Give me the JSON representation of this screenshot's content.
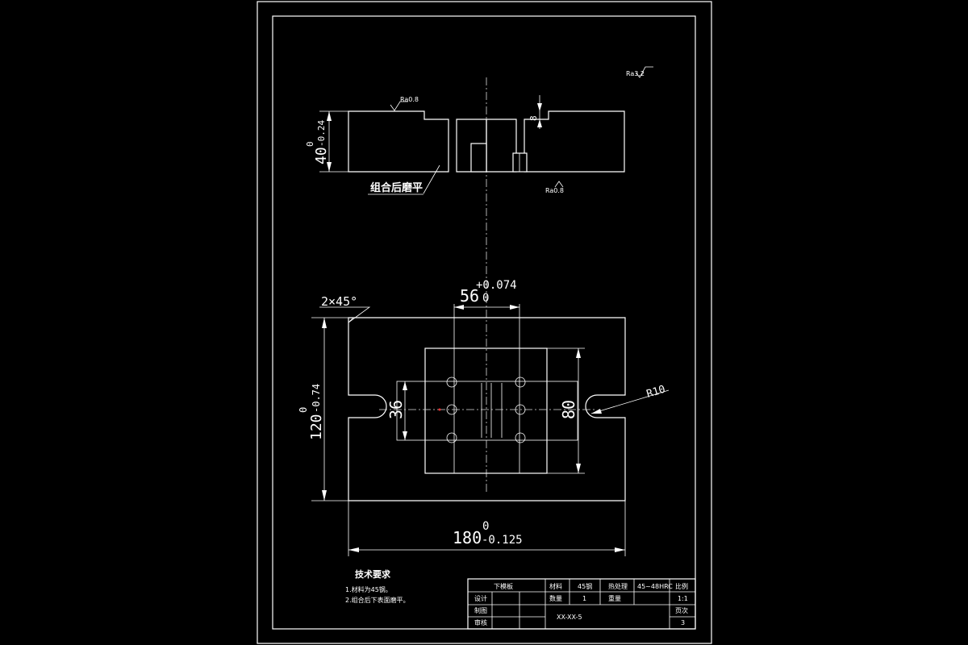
{
  "section_view": {
    "thickness_dim": "40",
    "thickness_upper": "0",
    "thickness_lower": "-0.24",
    "step_dim": "8",
    "grind_note": "组合后磨平",
    "roughness_top": "Ra0.8",
    "roughness_bottom": "Ra0.8",
    "roughness_corner": "Ra3.2"
  },
  "plan_view": {
    "chamfer": "2×45°",
    "length_dim": "180",
    "length_upper": "0",
    "length_lower": "-0.125",
    "width_dim": "120",
    "width_upper": "0",
    "width_lower": "-0.74",
    "slot_dim": "56",
    "slot_upper": "+0.074",
    "slot_lower": "0",
    "insert_dim": "80",
    "hole_spacing_dim": "36",
    "radius": "R10"
  },
  "notes": {
    "title": "技术要求",
    "line1": "1.材料为45钢。",
    "line2": "2.组合后下表面磨平。"
  },
  "title_block": {
    "part_name": "下模板",
    "material_label": "材料",
    "material": "45钢",
    "heat_label": "热处理",
    "heat": "45~48HRC",
    "scale_label": "比例",
    "scale": "1:1",
    "design_label": "设计",
    "qty_label": "数量",
    "qty": "1",
    "weight_label": "重量",
    "drafting_label": "制图",
    "review_label": "审核",
    "drawing_no": "XX-XX-5",
    "sheet_label": "页次",
    "sheet": "3"
  }
}
